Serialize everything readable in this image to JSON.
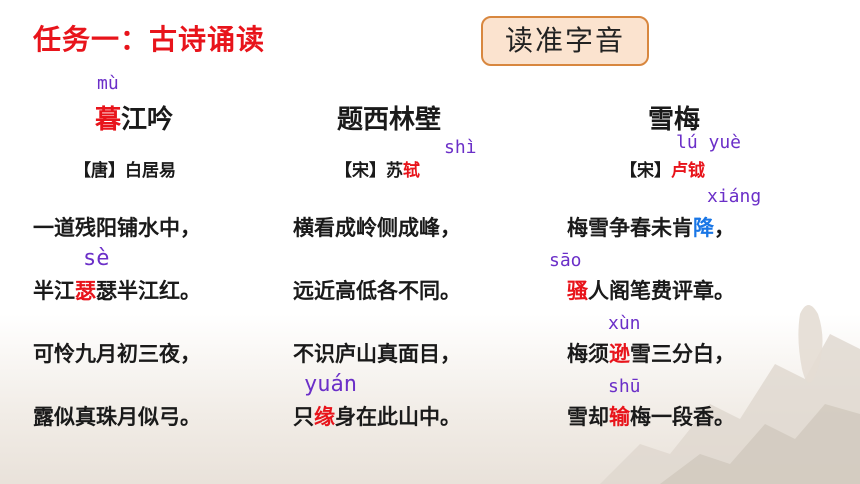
{
  "header": {
    "title": "任务一：古诗诵读",
    "tag": "读准字音"
  },
  "poems": [
    {
      "title_highlight": "暮",
      "title_rest": "江吟",
      "title_pinyin": "mù",
      "author": "【唐】白居易",
      "lines": [
        {
          "text": "一道残阳铺水中，"
        },
        {
          "pre": "半江",
          "hl": "瑟",
          "post": "瑟半江红。",
          "pinyin": "sè"
        },
        {
          "text": "可怜九月初三夜，"
        },
        {
          "text": "露似真珠月似弓。"
        }
      ]
    },
    {
      "title": "题西林壁",
      "author_pre": "【宋】苏",
      "author_hl": "轼",
      "author_pinyin": "shì",
      "lines": [
        {
          "text": "横看成岭侧成峰，"
        },
        {
          "text": "远近高低各不同。"
        },
        {
          "text": "不识庐山真面目，"
        },
        {
          "pre": "只",
          "hl": "缘",
          "post": "身在此山中。",
          "pinyin": "yuán"
        }
      ]
    },
    {
      "title": "雪梅",
      "author_pre": "【宋】",
      "author_hl": "卢钺",
      "author_pinyin": "lú yuè",
      "lines": [
        {
          "pre": "梅雪争春未肯",
          "hl": "降",
          "post": "，",
          "pinyin": "xiáng"
        },
        {
          "pre": "",
          "hl": "骚",
          "post": "人阁笔费评章。",
          "pinyin": "sāo"
        },
        {
          "pre": "梅须",
          "hl": "逊",
          "post": "雪三分白，",
          "pinyin": "xùn"
        },
        {
          "pre": "雪却",
          "hl": "输",
          "post": "梅一段香。",
          "pinyin": "shū"
        }
      ]
    }
  ],
  "colors": {
    "title_red": "#e8141b",
    "highlight_red": "#e8141b",
    "highlight_blue": "#1976e6",
    "pinyin_purple": "#6b2fc8",
    "tag_fill": "#fbe3cf",
    "tag_border": "#d8873f"
  }
}
